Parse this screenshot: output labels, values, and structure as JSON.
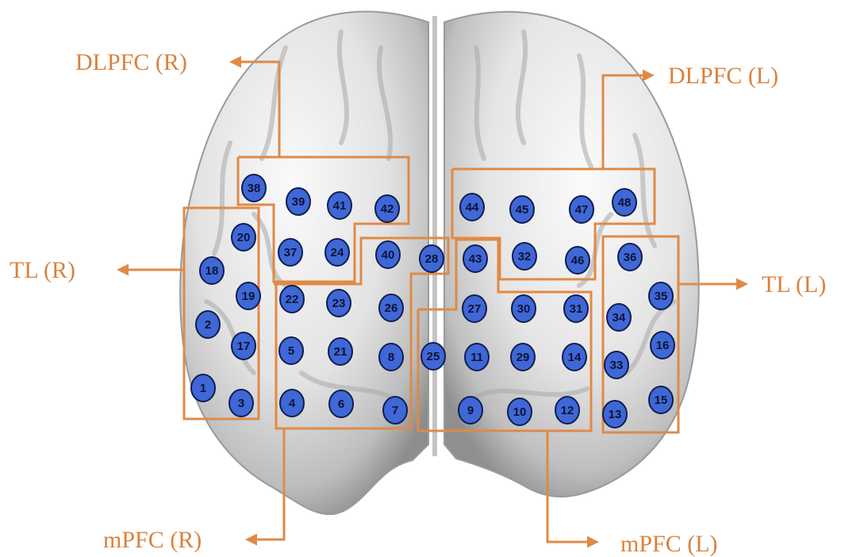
{
  "colors": {
    "region_line": "#e08a45",
    "label_text": "#d9823e",
    "channel_fill": "#3f67d6",
    "channel_stroke": "#0f1d4f",
    "brain_light": "#f2f2f2",
    "brain_dark": "#8d8d8d"
  },
  "labels": {
    "dlpfc_r": "DLPFC (R)",
    "dlpfc_l": "DLPFC (L)",
    "tl_r": "TL (R)",
    "tl_l": "TL (L)",
    "mpfc_r": "mPFC (R)",
    "mpfc_l": "mPFC (L)"
  },
  "channels": [
    "1",
    "2",
    "3",
    "4",
    "5",
    "6",
    "7",
    "8",
    "9",
    "10",
    "11",
    "12",
    "13",
    "14",
    "15",
    "16",
    "17",
    "18",
    "19",
    "20",
    "21",
    "22",
    "23",
    "24",
    "25",
    "26",
    "27",
    "28",
    "29",
    "30",
    "31",
    "32",
    "33",
    "34",
    "35",
    "36",
    "37",
    "38",
    "39",
    "40",
    "41",
    "42",
    "43",
    "44",
    "45",
    "46",
    "47",
    "48"
  ]
}
